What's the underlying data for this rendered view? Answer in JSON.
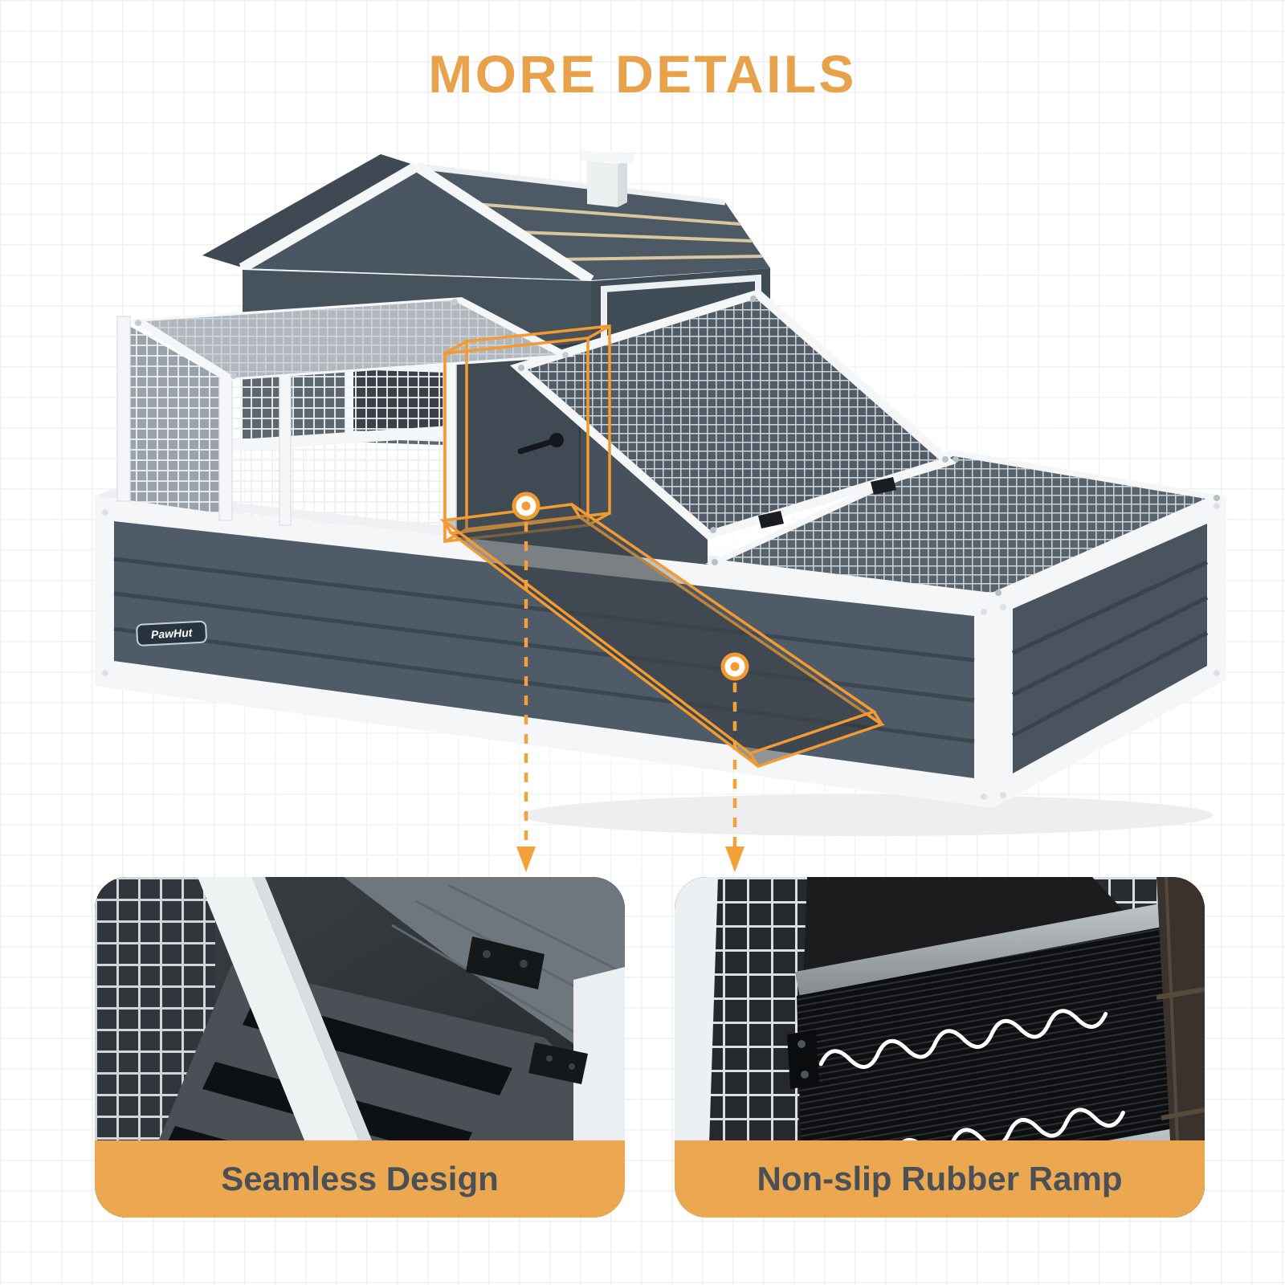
{
  "page": {
    "title": "MORE DETAILS"
  },
  "brand": {
    "label": "PawHut"
  },
  "callouts": [
    {
      "id": "seamless-design",
      "label": "Seamless Design"
    },
    {
      "id": "non-slip-rubber-ramp",
      "label": "Non-slip Rubber Ramp"
    }
  ],
  "colors": {
    "accent_orange": "#F39A31",
    "title_orange": "#E8A24B",
    "caption_background": "#EBA851",
    "caption_text": "#4A5056",
    "panel_grey": "#4F5B66",
    "roof_grey": "#4D5964",
    "frame_white": "#F4F6F7"
  }
}
